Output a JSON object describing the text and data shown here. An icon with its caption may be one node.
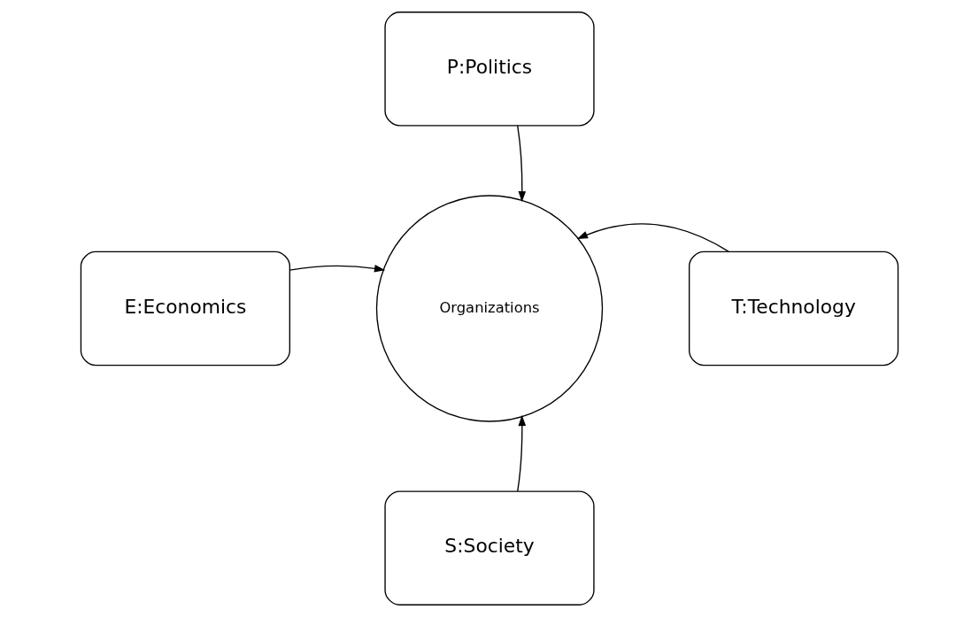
{
  "diagram": {
    "nodes": [
      {
        "text": [
          "P:Politics"
        ]
      },
      {
        "text": [
          "E:Economics"
        ]
      },
      {
        "text": [
          "Organizations"
        ]
      },
      {
        "text": [
          "T:Technology"
        ]
      },
      {
        "text": [
          "S:Society"
        ]
      }
    ],
    "edges": [
      {
        "from": 0,
        "to": 2,
        "arrow": "to"
      },
      {
        "from": 1,
        "to": 2,
        "arrow": "to"
      },
      {
        "from": 3,
        "to": 2,
        "arrow": "to"
      },
      {
        "from": 4,
        "to": 2,
        "arrow": "to"
      }
    ]
  }
}
